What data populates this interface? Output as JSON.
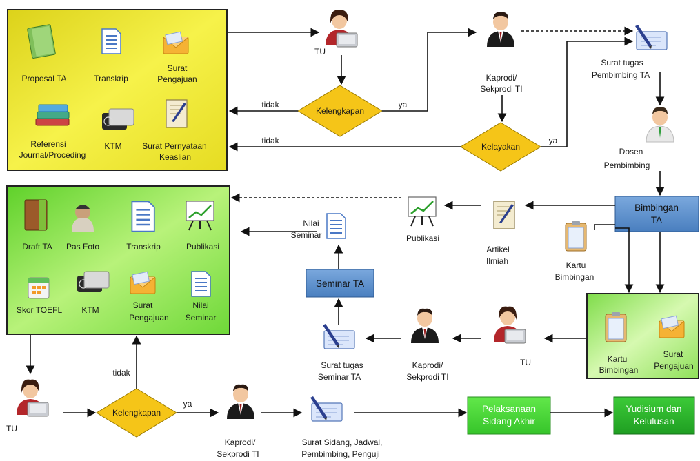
{
  "requirements_box_1": {
    "items": {
      "proposal": "Proposal TA",
      "transkrip": "Transkrip",
      "surat_pengajuan": [
        "Surat",
        "Pengajuan"
      ],
      "referensi": [
        "Referensi",
        "Journal/Proceding"
      ],
      "ktm": "KTM",
      "surat_pernyataan": [
        "Surat Pernyataan",
        "Keaslian"
      ]
    }
  },
  "requirements_box_2": {
    "items": {
      "draft_ta": "Draft TA",
      "pas_foto": "Pas Foto",
      "transkrip": "Transkrip",
      "publikasi": "Publikasi",
      "skor_toefl": "Skor TOEFL",
      "ktm": "KTM",
      "surat_pengajuan": [
        "Surat",
        "Pengajuan"
      ],
      "nilai_seminar": [
        "Nilai",
        "Seminar"
      ]
    }
  },
  "box_3": {
    "kartu": [
      "Kartu",
      "Bimbingan"
    ],
    "surat": [
      "Surat",
      "Pengajuan"
    ]
  },
  "actors": {
    "tu_1": "TU",
    "kaprodi_1": [
      "Kaprodi/",
      "Sekprodi TI"
    ],
    "dosen": [
      "Dosen",
      "Pembimbing"
    ],
    "tu_2": "TU",
    "kaprodi_2": [
      "Kaprodi/",
      "Sekprodi TI"
    ],
    "tu_3": "TU",
    "kaprodi_3": [
      "Kaprodi/",
      "Sekprodi TI"
    ]
  },
  "decisions": {
    "kelengkapan_1": "Kelengkapan",
    "kelayakan": "Kelayakan",
    "kelengkapan_2": "Kelengkapan"
  },
  "edge_labels": {
    "tidak_1": "tidak",
    "ya_1": "ya",
    "tidak_2": "tidak",
    "ya_2": "ya",
    "tidak_3": "tidak",
    "ya_3": "ya"
  },
  "documents": {
    "surat_tugas_pembimbing": [
      "Surat tugas",
      "Pembimbing TA"
    ],
    "kartu_bimbingan": [
      "Kartu",
      "Bimbingan"
    ],
    "artikel": [
      "Artikel",
      "Ilmiah"
    ],
    "publikasi": "Publikasi",
    "nilai_seminar": [
      "Nilai",
      "Seminar"
    ],
    "surat_tugas_seminar": [
      "Surat tugas",
      "Seminar TA"
    ],
    "surat_sidang": [
      "Surat Sidang, Jadwal,",
      "Pembimbing, Penguji"
    ]
  },
  "process_boxes": {
    "bimbingan": [
      "Bimbingan",
      "TA"
    ],
    "seminar": "Seminar TA",
    "pelaksanaan": [
      "Pelaksanaan",
      "Sidang Akhir"
    ],
    "yudisium": [
      "Yudisium dan",
      "Kelulusan"
    ]
  },
  "colors": {
    "yellow_box": "#f2ee3a",
    "green_box": "#7fe03a",
    "decision": "#f5c518",
    "blue_box": "#5b8fc9",
    "green_process": "#4cd43a",
    "green_dark": "#2fb52a"
  }
}
